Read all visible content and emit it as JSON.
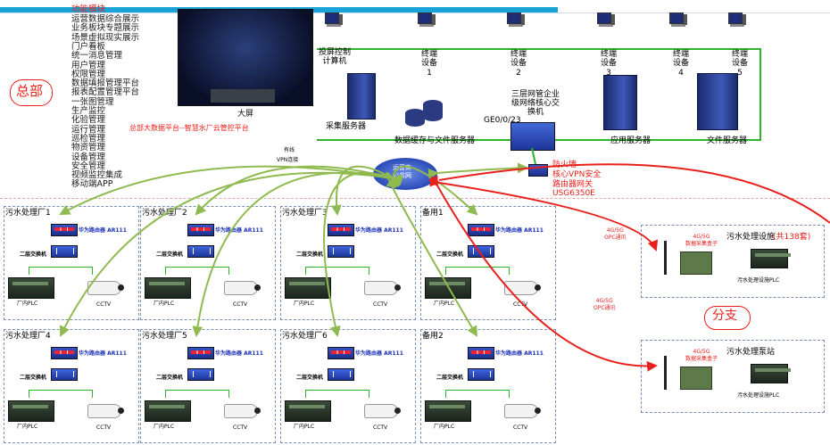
{
  "colors": {
    "accent_blue": "#1a2fb5",
    "red": "#e8201b",
    "green_line": "#2db52a",
    "olive_arrow": "#8fba4f",
    "topbar": "#19a3d6"
  },
  "function_list": {
    "header": "功能模块",
    "items": [
      "运营数据综合展示",
      "业务板块专题展示",
      "场景虚拟现实展示",
      "门户看板",
      "统一消息管理",
      "用户管理",
      "权限管理",
      "数据填报管理平台",
      "报表配置管理平台",
      "一张图管理",
      "生产监控",
      "化验管理",
      "运行管理",
      "巡检管理",
      "物资管理",
      "设备管理",
      "安全管理",
      "视频监控集成",
      "移动端APP"
    ]
  },
  "hq": {
    "label": "总部",
    "platform_caption": "总部大数据平台--智慧水厂云管控平台",
    "big_screen_label": "大屏",
    "projector_pc_label": "投屏控制\n计算机",
    "terminals": [
      {
        "label": "终端\n设备\n1"
      },
      {
        "label": "终端\n设备\n2"
      },
      {
        "label": "终端\n设备\n3"
      },
      {
        "label": "终端\n设备\n4"
      },
      {
        "label": "终端\n设备\n5"
      }
    ],
    "core_switch_label": "三层网管企业\n级网络核心交\n换机",
    "port_label": "GE0/0/23",
    "servers": {
      "collect": "采集服务器",
      "cache": "数据缓存与文件服务器",
      "app": "应用服务器",
      "file": "文件服务器"
    },
    "firewall_label": "防火墙\n核心VPN安全\n路由器网关\nUSG6350E"
  },
  "cloud": {
    "label": "运营商\n公共网"
  },
  "link_labels": {
    "wired": "有线",
    "vpn": "VPN连接",
    "cell1": "4G/5G\nOPC通讯",
    "cell2": "4G/5G\nOPC通讯"
  },
  "plants": [
    {
      "name": "污水处理厂1"
    },
    {
      "name": "污水处理厂2"
    },
    {
      "name": "污水处理厂3"
    },
    {
      "name": "备用1"
    },
    {
      "name": "污水处理厂4"
    },
    {
      "name": "污水处理厂5"
    },
    {
      "name": "污水处理厂6"
    },
    {
      "name": "备用2"
    }
  ],
  "plant_devices": {
    "router": "华为路由器 AR111",
    "switch": "二层交换机",
    "plc": "厂内PLC",
    "cctv": "CCTV"
  },
  "branch": {
    "label": "分支",
    "sites": [
      {
        "title": "污水处理设施",
        "count": "(共138套)",
        "device": "4G/5G\n数据采集盒子",
        "plc": "污水处理设施PLC"
      },
      {
        "title": "污水处理泵站",
        "count": "",
        "device": "4G/5G\n数据采集盒子",
        "plc": "污水处理设施PLC"
      }
    ]
  }
}
